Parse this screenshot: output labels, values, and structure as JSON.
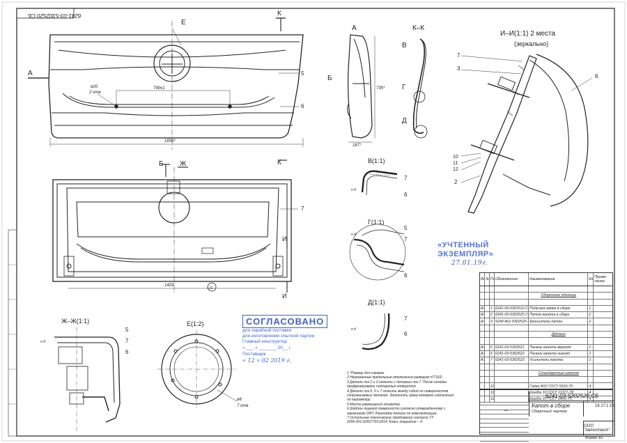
{
  "sheet": {
    "frame_code": "6241-03-5302520 СБ",
    "doc_code": "6241-03-5302520 СБ",
    "doc_name": "Капот в сборе",
    "doc_sub": "Сборочный чертеж",
    "scale": "1:10",
    "mass": "16.17",
    "organization": "ООО \"Автопласт\"",
    "format_label": "Формат",
    "format": "A3"
  },
  "views": {
    "top_label_A": "А",
    "top_label_K": "К",
    "top_label_E": "Е",
    "top_label_B": "Б",
    "top_label_Zh": "Ж",
    "top_label_I": "И",
    "dim_width": "1656*",
    "dim_holes": "790±1",
    "dim_hole_dia": "ø20",
    "dim_hole_qty": "2 отв",
    "dim_height": "735*",
    "dim_depth": "167*",
    "dim_bottom": "1429",
    "leader_5": "5",
    "leader_6": "6",
    "leader_7": "7",
    "leader_21": "21",
    "view_A_label": "А",
    "view_KK_label": "К–К",
    "view_II_label": "И–И(1:1) 2 места",
    "view_II_sub": "(зеркально)",
    "view_B_label": "В(1:1)",
    "view_G_label": "Г(1:1)",
    "view_D_label": "Д(1:1)",
    "view_ZhZh_label": "Ж–Ж(1:1)",
    "view_E_label": "Е(1:2)",
    "label_V": "В",
    "label_G": "Г",
    "label_D": "Д",
    "n3": "3",
    "n2": "2",
    "n10": "10",
    "n11": "11",
    "n12": "12",
    "n14": "п.4",
    "n46": "ø6",
    "n7otv": "7 отв"
  },
  "stamp": {
    "title": "СОГЛАСОВАНО",
    "line1": "для серийной поставки",
    "line2": "для изготовления опытной партии",
    "designer": "Главный конструктор",
    "supplier": "Поставщик",
    "date1": "« ___ » _______ 20__ г.",
    "date2": "« 12 » 02 2019 г."
  },
  "copy_stamp": {
    "line1": "«УЧТЕННЫЙ",
    "line2": "ЭКЗЕМПЛЯР»",
    "date": "27.01.19г."
  },
  "bom": {
    "headers": [
      "Формат",
      "Зона",
      "Поз.",
      "Обозначение",
      "Наименование",
      "Кол.",
      "Приме-чание"
    ],
    "sections": {
      "assembly": "Сборочные единицы",
      "parts": "Детали",
      "standard": "Стандартные изделия"
    },
    "assembly_rows": [
      {
        "fmt": "А3",
        "pos": "1",
        "code": "6241-03-5301510 СБ",
        "name": "Подушка замка в сборе",
        "qty": "1"
      },
      {
        "fmt": "А3",
        "pos": "2",
        "code": "6241-03-5302525 СБ",
        "name": "Петля капота в сборе",
        "qty": "2"
      },
      {
        "fmt": "А3",
        "pos": "3",
        "code": "5299-401-5302520-10 СБ",
        "name": "Кронштейн петли",
        "qty": "2"
      }
    ],
    "part_rows": [
      {
        "fmt": "А3",
        "pos": "5",
        "code": "6241-03-5302521",
        "name": "Панель капота верхняя",
        "qty": "1"
      },
      {
        "fmt": "А3",
        "pos": "6",
        "code": "6241-03-5302522",
        "name": "Панель капота нижняя",
        "qty": "1"
      },
      {
        "fmt": "А3",
        "pos": "7",
        "code": "6241-03-5302523",
        "name": "Усилитель капота",
        "qty": "1"
      }
    ],
    "standard_rows": [
      {
        "pos": "10",
        "name": "Гайка М10 ГОСТ 5915-70",
        "qty": "4"
      },
      {
        "pos": "11",
        "name": "Шайба 10 ГОСТ 11371-78",
        "qty": "4"
      },
      {
        "pos": "12",
        "name": "Шайба 10 ГОСТ 6402-70",
        "qty": "4"
      }
    ]
  },
  "notes": [
    "1 *Размер для справок.",
    "2 Неуказанные предельные отклонения размеров ±IT16/2.",
    "3 Детали поз.1 и 3 склеить с деталью поз.7. После склейки",
    "   профрезеровать подгорелые отверстия.",
    "4 Детали поз.5, 6 и 7 склеить между собой по поверхностям",
    "   соприкасаемых деталей. Заполнить зазор клеевого соединения",
    "   по периметру.",
    "5 Место размещения этикетки.",
    "6 Шаблон лицевой поверхности согласно утвержденному с",
    "   заказчиком ОКП. Раскладка детали по комплектацию.",
    "7 Остальные технические требования согласно ТУ",
    "   2296-001-22657703-2014. Класс покрытия – II."
  ]
}
